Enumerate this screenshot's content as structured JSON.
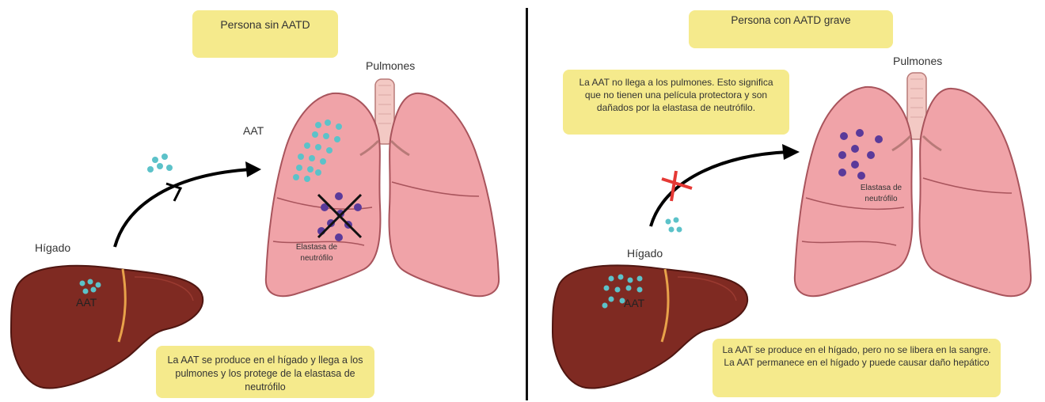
{
  "left": {
    "title": "Persona sin AATD",
    "lungs_label": "Pulmones",
    "aat_label": "AAT",
    "liver_label": "Hígado",
    "liver_aat": "AAT",
    "elastase_label": "Elastasa de neutrófilo",
    "caption": "La AAT se produce en el hígado y llega a los pulmones y los protege de la elastasa de neutrófilo"
  },
  "right": {
    "title": "Persona con AATD grave",
    "lungs_label": "Pulmones",
    "liver_label": "Hígado",
    "liver_aat": "AAT",
    "elastase_label": "Elastasa de neutrófilo",
    "top_note": "La AAT no llega a los pulmones. Esto significa que no tienen una película protectora y son dañados por la elastasa de neutrófilo.",
    "caption_line1": "La AAT se produce en el hígado, pero no se libera en la sangre.",
    "caption_line2": "La AAT permanece en el hígado y puede causar daño hepático"
  },
  "colors": {
    "note_bg": "#f5ea8c",
    "lung_fill": "#f0a3a8",
    "liver_fill": "#7f2a22",
    "aat_particle": "#5cc2c9",
    "elastase": "#5a3a9a",
    "block_mark": "#e53935"
  }
}
